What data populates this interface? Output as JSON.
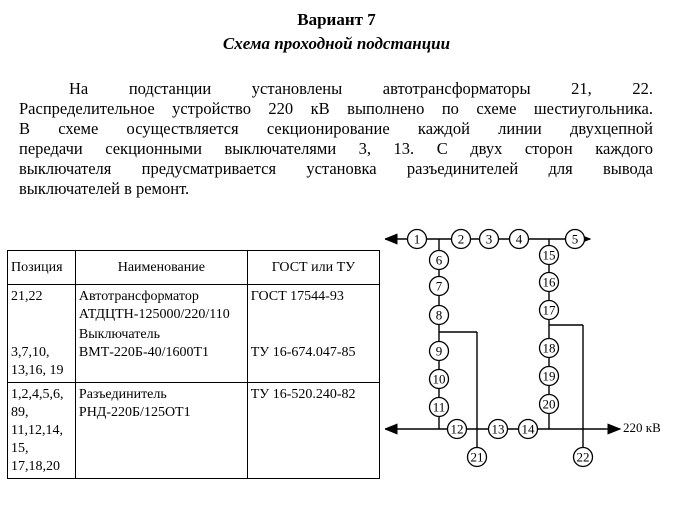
{
  "header": {
    "title": "Вариант 7",
    "subtitle": "Схема проходной подстанции"
  },
  "paragraph": {
    "lines": [
      "На подстанции установлены автотрансформаторы 21, 22.",
      "Распределительное устройство 220 кВ выполнено по схеме шестиугольника.",
      "В схеме осуществляется секционирование каждой линии двухцепной",
      "передачи секционными выключателями 3, 13. С двух сторон каждого",
      "выключателя предусматривается установка разъединителей для вывода",
      "выключателей в ремонт."
    ]
  },
  "table": {
    "headers": [
      "Позиция",
      "Наименование",
      "ГОСТ или ТУ"
    ],
    "rows": [
      {
        "pos_a": "21,22",
        "name_a": "Автотрансформатор АТДЦТН-125000/220/110",
        "gost_a": "ГОСТ 17544-93",
        "pos_b": "3,7,10, 13,16, 19",
        "name_b": "Выключатель ВМТ-220Б-40/1600Т1",
        "gost_b": "ТУ 16-674.047-85"
      },
      {
        "pos": "1,2,4,5,6, 89, 11,12,14, 15, 17,18,20",
        "name": "Разъединитель РНД-220Б/125ОТ1",
        "gost": "ТУ 16-520.240-82"
      }
    ]
  },
  "scheme": {
    "voltage_label": "220 кВ",
    "nodes": [
      "1",
      "2",
      "3",
      "4",
      "5",
      "6",
      "7",
      "8",
      "9",
      "10",
      "11",
      "12",
      "13",
      "14",
      "15",
      "16",
      "17",
      "18",
      "19",
      "20",
      "21",
      "22"
    ]
  }
}
